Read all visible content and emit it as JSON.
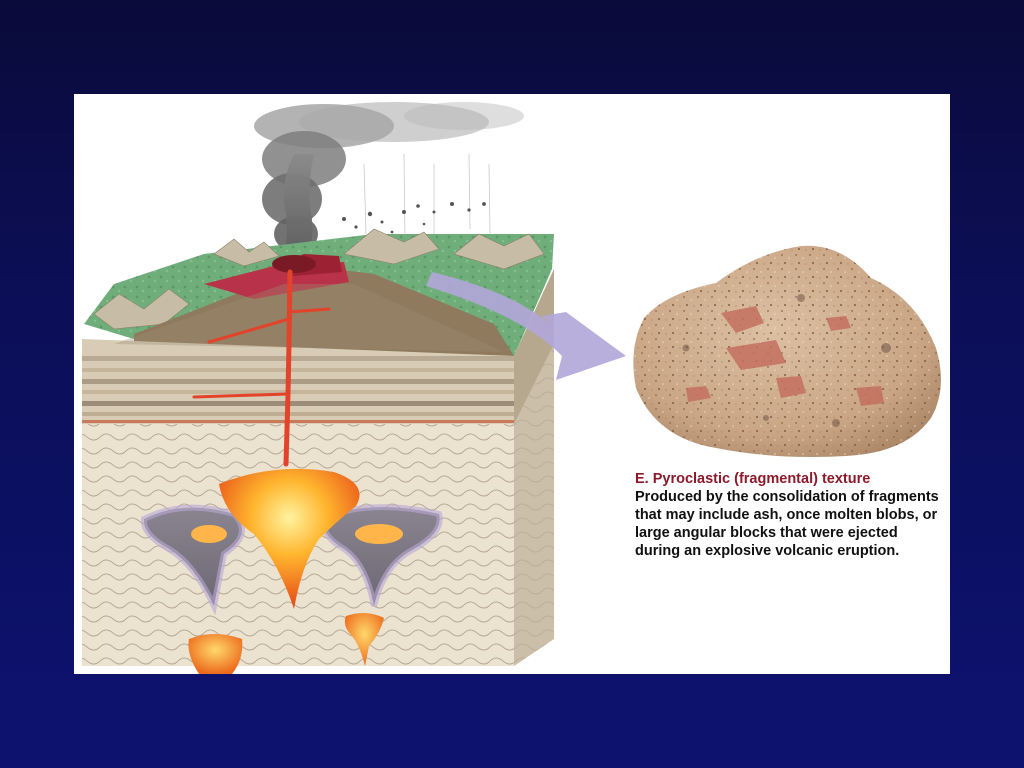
{
  "slide": {
    "background_color": "#0c0e55",
    "panel_color": "#ffffff"
  },
  "figure": {
    "illustration_icon": "volcano-block-diagram",
    "sample_icon": "pyroclastic-rock-sample",
    "arrow_icon": "lavender-curved-arrow",
    "caption": {
      "title": "E. Pyroclastic (fragmental) texture",
      "body": "Produced by the consolidation of fragments that may include ash, once molten blobs, or large angular blocks that were ejected during an explosive volcanic eruption.",
      "title_color": "#8c1a2b"
    }
  }
}
